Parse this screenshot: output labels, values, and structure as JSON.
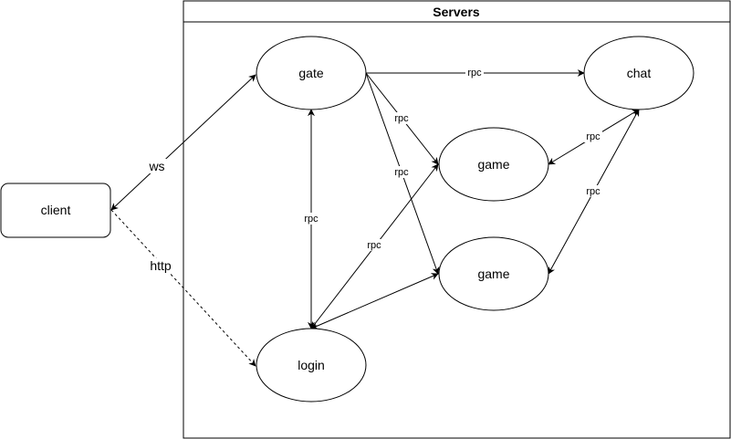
{
  "container": {
    "title": "Servers"
  },
  "nodes": {
    "client": "client",
    "gate": "gate",
    "chat": "chat",
    "game1": "game",
    "game2": "game",
    "login": "login"
  },
  "edges": {
    "ws": "ws",
    "http": "http",
    "gate_chat": "rpc",
    "gate_game1": "rpc",
    "gate_game2": "rpc",
    "gate_login": "rpc",
    "login_game1": "rpc",
    "chat_game1": "rpc",
    "chat_game2": "rpc"
  }
}
